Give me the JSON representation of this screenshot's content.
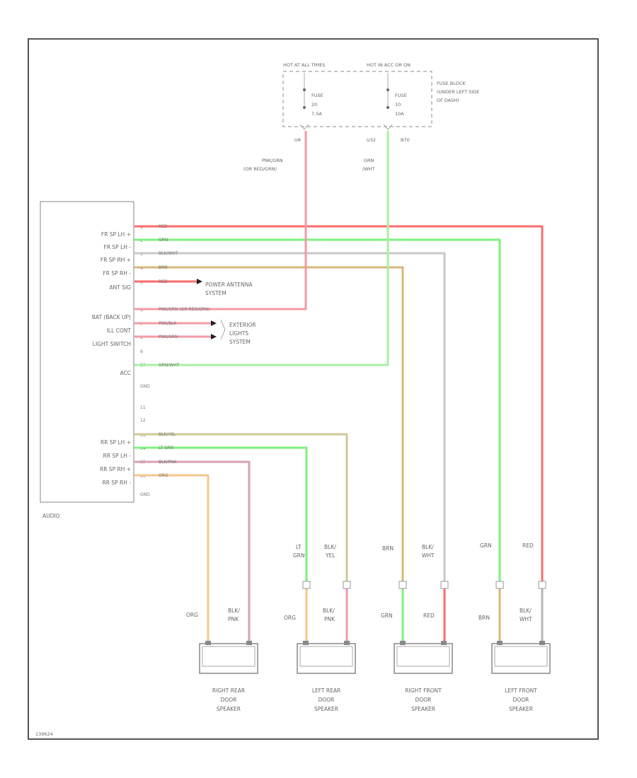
{
  "fuse_block": {
    "hot_at_all_times": "HOT AT ALL TIMES",
    "hot_in_acc_or_on": "HOT IN ACC OR ON",
    "fuse1": [
      "FUSE",
      "20",
      "7.5A"
    ],
    "fuse2": [
      "FUSE",
      "10",
      "10A"
    ],
    "label": [
      "FUSE BLOCK",
      "(UNDER LEFT SIDE",
      "OF DASH)"
    ],
    "term1": "U8",
    "term2": "U32",
    "term3": "B70"
  },
  "feed_wires": {
    "left": [
      "PNK/GRN",
      "(OR RED/GRN)"
    ],
    "right": [
      "GRN",
      "/WHT"
    ]
  },
  "audio_unit": {
    "name": "AUDIO",
    "pins": [
      {
        "label": "FR SP LH +",
        "pin": "1",
        "wire": "RED"
      },
      {
        "label": "FR SP LH -",
        "pin": "2",
        "wire": "GRN"
      },
      {
        "label": "FR SP RH +",
        "pin": "3",
        "wire": "BLK/WHT"
      },
      {
        "label": "FR SP RH -",
        "pin": "4",
        "wire": "BRN"
      },
      {
        "label": "ANT SIG",
        "pin": "5",
        "wire": "RED"
      },
      {
        "label": "BAT (BACK UP)",
        "pin": "6",
        "wire": "PNK/GRN (OR RED/GRN)"
      },
      {
        "label": "ILL CONT",
        "pin": "7",
        "wire": "PNK/BLK"
      },
      {
        "label": "LIGHT SWITCH",
        "pin": "8",
        "wire": "PNK/GRN"
      },
      {
        "label": "",
        "pin": "9",
        "wire": ""
      },
      {
        "label": "ACC",
        "pin": "10",
        "wire": "GRN/WHT"
      },
      {
        "label": "",
        "pin": "GND",
        "wire": ""
      },
      {
        "label": "",
        "pin": "11",
        "wire": ""
      },
      {
        "label": "",
        "pin": "12",
        "wire": ""
      },
      {
        "label": "RR SP LH +",
        "pin": "13",
        "wire": "BLK/YEL"
      },
      {
        "label": "RR SP LH -",
        "pin": "14",
        "wire": "LT GRN"
      },
      {
        "label": "RR SP RH +",
        "pin": "15",
        "wire": "BLK/PNK"
      },
      {
        "label": "RR SP RH -",
        "pin": "16",
        "wire": "ORG"
      },
      {
        "label": "",
        "pin": "GND",
        "wire": ""
      }
    ]
  },
  "power_antenna": [
    "POWER ANTENNA",
    "SYSTEM"
  ],
  "exterior_lights": [
    "EXTERIOR",
    "LIGHTS",
    "SYSTEM"
  ],
  "connector_labels": [
    [
      "LT",
      "GRN"
    ],
    [
      "BLK/",
      "YEL"
    ],
    [
      "BRN"
    ],
    [
      "BLK/",
      "WHT"
    ],
    [
      "GRN"
    ],
    [
      "RED"
    ]
  ],
  "speaker_wire_labels": [
    {
      "left": [
        "ORG"
      ],
      "right": [
        "BLK/",
        "PNK"
      ]
    },
    {
      "left": [
        "ORG"
      ],
      "right": [
        "BLK/",
        "PNK"
      ]
    },
    {
      "left": [
        "GRN"
      ],
      "right": [
        "RED"
      ]
    },
    {
      "left": [
        "BRN"
      ],
      "right": [
        "BLK/",
        "WHT"
      ]
    }
  ],
  "speakers": [
    [
      "RIGHT REAR",
      "DOOR",
      "SPEAKER"
    ],
    [
      "LEFT REAR",
      "DOOR",
      "SPEAKER"
    ],
    [
      "RIGHT FRONT",
      "DOOR",
      "SPEAKER"
    ],
    [
      "LEFT FRONT",
      "DOOR",
      "SPEAKER"
    ]
  ],
  "code": "139624",
  "colors": {
    "red": "#ff6b6b",
    "green": "#7ef07e",
    "brown": "#d8b87a",
    "pink": "#f29aa6",
    "orange": "#f7c58a",
    "gray": "#b5b5b5",
    "olive": "#d0c896"
  }
}
